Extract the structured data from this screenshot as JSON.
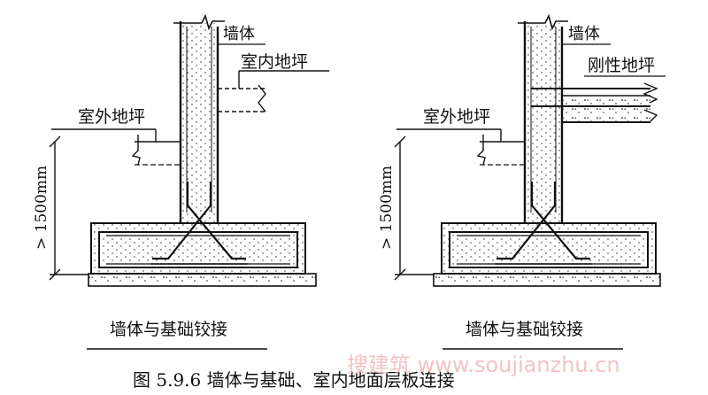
{
  "left_detail": {
    "wall_label": "墙体",
    "indoor_floor_label": "室内地坪",
    "outdoor_floor_label": "室外地坪",
    "dimension_label": "> 1500mm",
    "caption": "墙体与基础铰接"
  },
  "right_detail": {
    "wall_label": "墙体",
    "rigid_floor_label": "刚性地坪",
    "outdoor_floor_label": "室外地坪",
    "dimension_label": "> 1500mm",
    "caption": "墙体与基础铰接"
  },
  "figure_caption": "图 5.9.6   墙体与基础、室内地面层板连接",
  "watermark": "搜建筑 www.soujianzhu.cn"
}
